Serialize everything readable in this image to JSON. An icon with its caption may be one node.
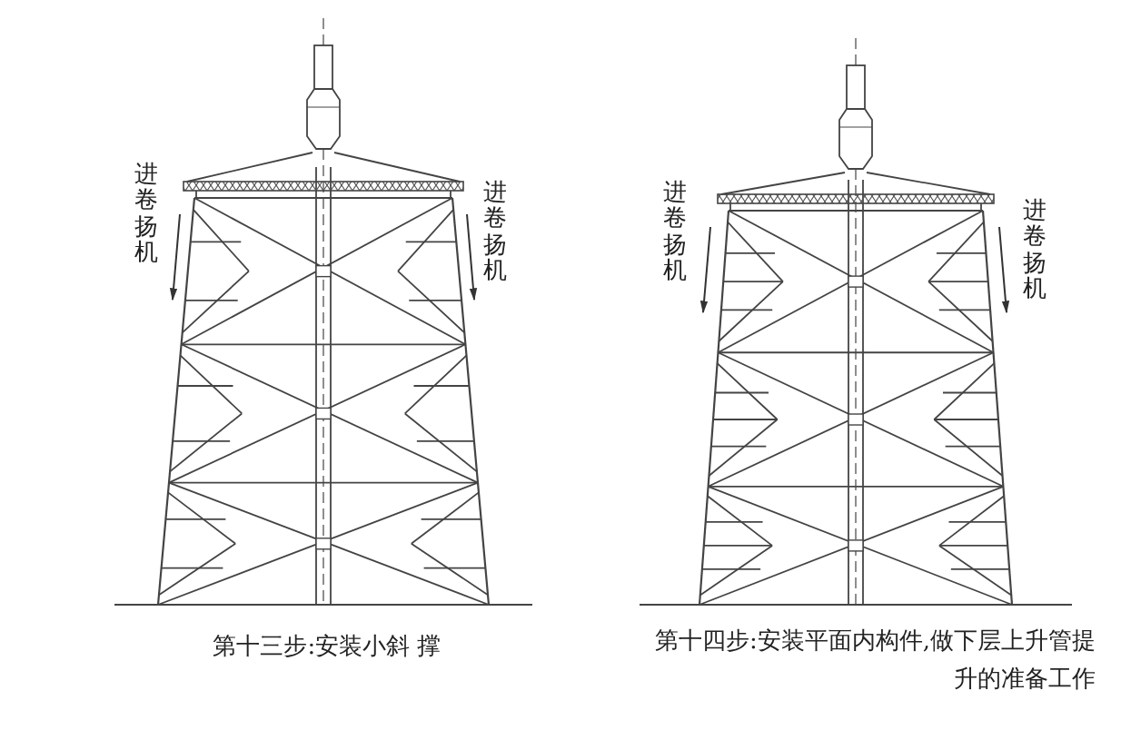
{
  "diagram": {
    "labels": [
      "进卷扬机",
      "进卷扬机",
      "第十三步:安装小斜 撑",
      "进卷扬机",
      "进卷扬机",
      "第十四步:安装平面内构件,做下层上升管提升的准备工作"
    ]
  }
}
